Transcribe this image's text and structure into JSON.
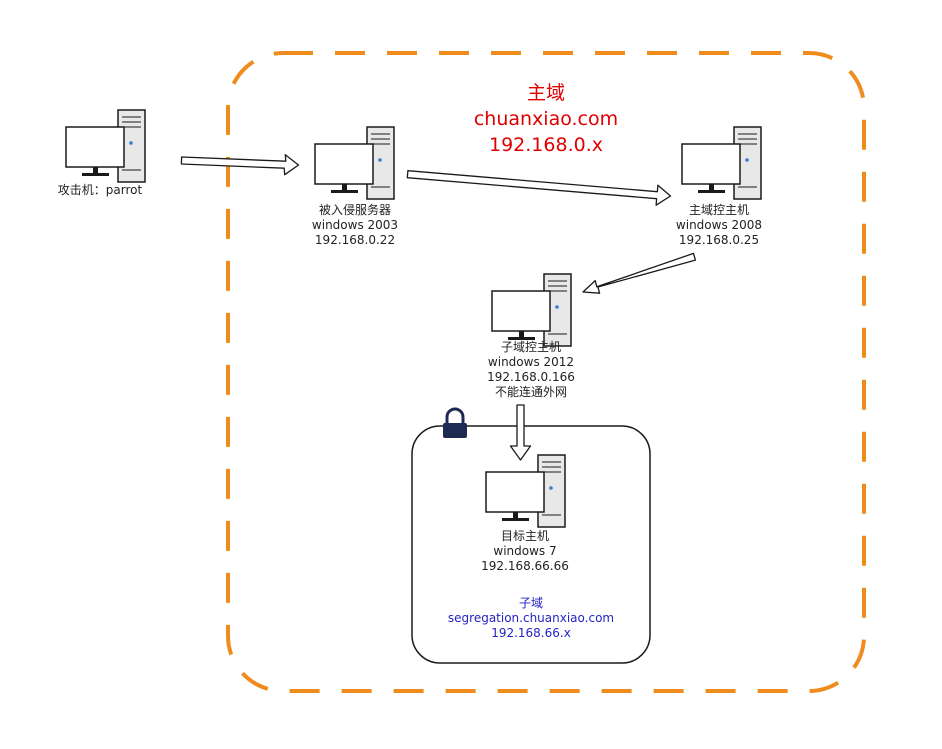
{
  "colors": {
    "domain_border": "#f08c1e",
    "main_domain_text": "#e00000",
    "sub_domain_text": "#2424c8",
    "lock": "#1f2a52",
    "computer_stroke": "#1a1a1a",
    "tower_fill": "#e8e8e8",
    "led": "#3a7bd5"
  },
  "main_domain": {
    "name": "主域",
    "domain": "chuanxiao.com",
    "subnet": "192.168.0.x"
  },
  "sub_domain": {
    "name": "子域",
    "domain": "segregation.chuanxiao.com",
    "subnet": "192.168.66.x"
  },
  "nodes": {
    "attacker": {
      "lines": [
        "攻击机：parrot"
      ]
    },
    "compromised_server": {
      "lines": [
        "被入侵服务器",
        "windows 2003",
        "192.168.0.22"
      ]
    },
    "main_dc": {
      "lines": [
        "主域控主机",
        "windows 2008",
        "192.168.0.25"
      ]
    },
    "sub_dc": {
      "lines": [
        "子域控主机",
        "windows 2012",
        "192.168.0.166",
        "不能连通外网"
      ]
    },
    "target": {
      "lines": [
        "目标主机",
        "windows 7",
        "192.168.66.66"
      ]
    }
  },
  "icons": {
    "computer": "desktop-computer-icon",
    "lock": "lock-icon",
    "arrow": "hollow-arrow"
  }
}
